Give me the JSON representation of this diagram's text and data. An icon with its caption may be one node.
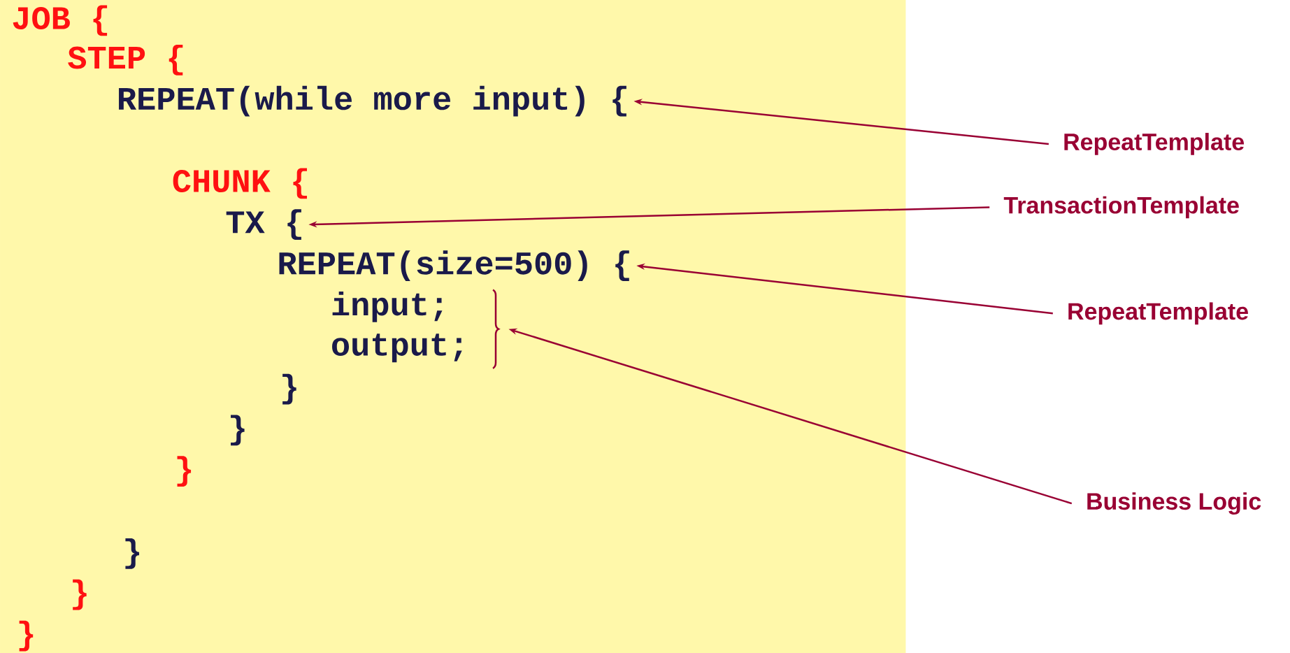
{
  "diagram": {
    "nodes": [
      {
        "text": [
          "REPEAT(while more input) {"
        ]
      },
      {
        "text": [
          "TX {"
        ]
      },
      {
        "text": [
          "REPEAT(size=500) {"
        ]
      },
      {
        "text": [],
        "shape": "brace"
      },
      {
        "text": [
          "RepeatTemplate"
        ]
      },
      {
        "text": [
          "TransactionTemplate"
        ]
      },
      {
        "text": [
          "RepeatTemplate"
        ]
      },
      {
        "text": [
          "Business Logic"
        ]
      }
    ],
    "edges": [
      {
        "from": 4,
        "to": 0,
        "arrow": "to"
      },
      {
        "from": 5,
        "to": 1,
        "arrow": "to"
      },
      {
        "from": 6,
        "to": 2,
        "arrow": "to"
      },
      {
        "from": 7,
        "to": 3,
        "arrow": "to"
      }
    ],
    "labels": [
      "JOB {",
      "STEP {",
      "CHUNK {",
      "input;",
      "output;",
      "}",
      "}",
      "}",
      "}",
      "}",
      "}"
    ]
  }
}
